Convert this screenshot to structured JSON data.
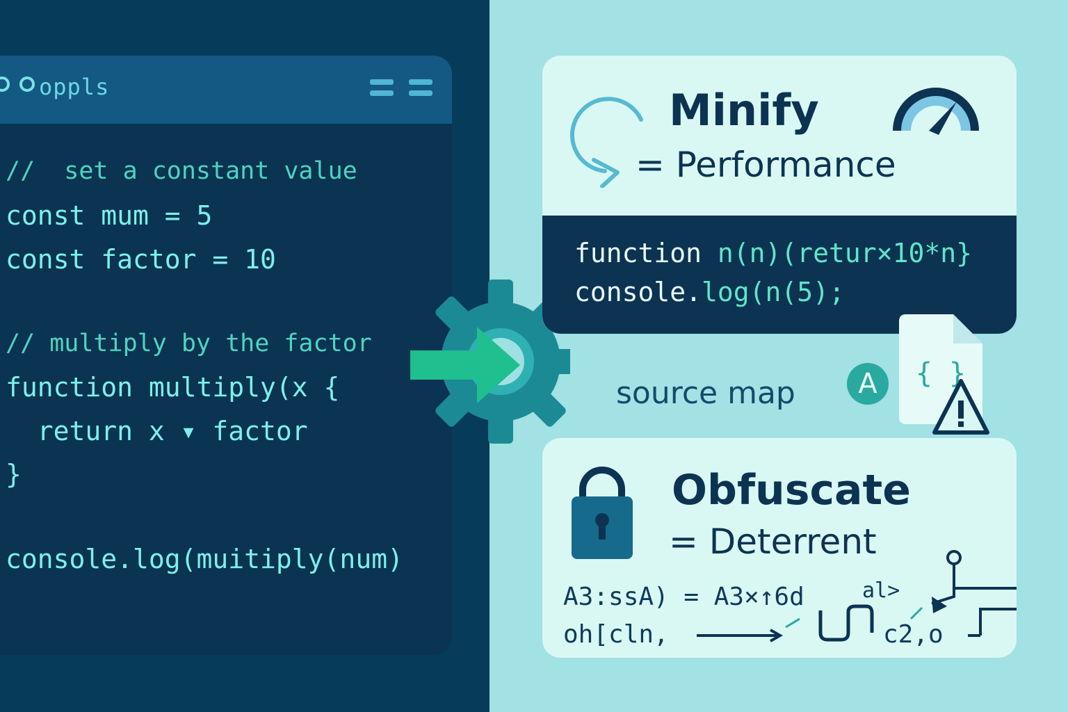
{
  "editor": {
    "title": "oppls",
    "lines": [
      {
        "text": "//  set a constant value",
        "kind": "comment"
      },
      {
        "text": "const mum = 5",
        "kind": "code"
      },
      {
        "text": "const factor = 10",
        "kind": "code"
      },
      {
        "text": "// multiply by the factor",
        "kind": "comment"
      },
      {
        "text": "function multiply(x {",
        "kind": "code"
      },
      {
        "text": "  return x ▾ factor",
        "kind": "code"
      },
      {
        "text": "}",
        "kind": "code"
      },
      {
        "text": "console.log(muitiply(num)",
        "kind": "code"
      }
    ]
  },
  "minify": {
    "title": "Minify",
    "subtitle": "= Performance",
    "code_line1_kw": "function",
    "code_line1_rest": " n(n)(retur×10*n}",
    "code_line2_kw": "console.",
    "code_line2_rest": "log(n(5);"
  },
  "source_map": {
    "label": "source map",
    "badge": "A",
    "file_glyph": "{ }"
  },
  "obfuscate": {
    "title": "Obfuscate",
    "subtitle": "= Deterrent",
    "line1": "A3:ssA) = A3×↑6d",
    "line1b": "al>",
    "line2": "oh[cln,",
    "line2b": "c2,o"
  },
  "colors": {
    "left_bg": "#063b5a",
    "right_bg": "#a2e1e4",
    "accent_green": "#1fbf8f",
    "gear_teal": "#1c8a94",
    "dark_navy": "#0d3352"
  }
}
